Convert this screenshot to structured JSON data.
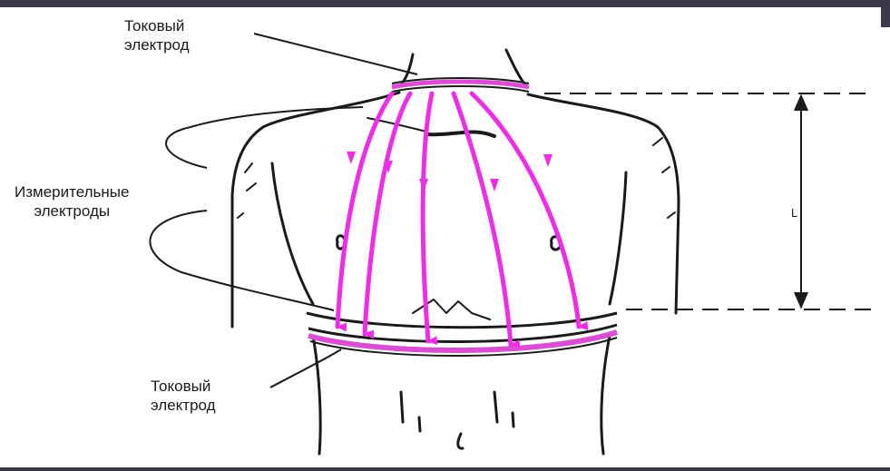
{
  "labels": {
    "top_electrode": {
      "line1": "Токовый",
      "line2": "электрод"
    },
    "measuring_electrodes": {
      "line1": "Измерительные",
      "line2": "электроды"
    },
    "bottom_electrode": {
      "line1": "Токовый",
      "line2": "электрод"
    },
    "length_marker": "L"
  },
  "colors": {
    "current_arrows": "#ee2ee6",
    "electrode_bands": "#d94fd2",
    "outline": "#1a1a1a",
    "frame_bar": "#3b3a4d"
  }
}
